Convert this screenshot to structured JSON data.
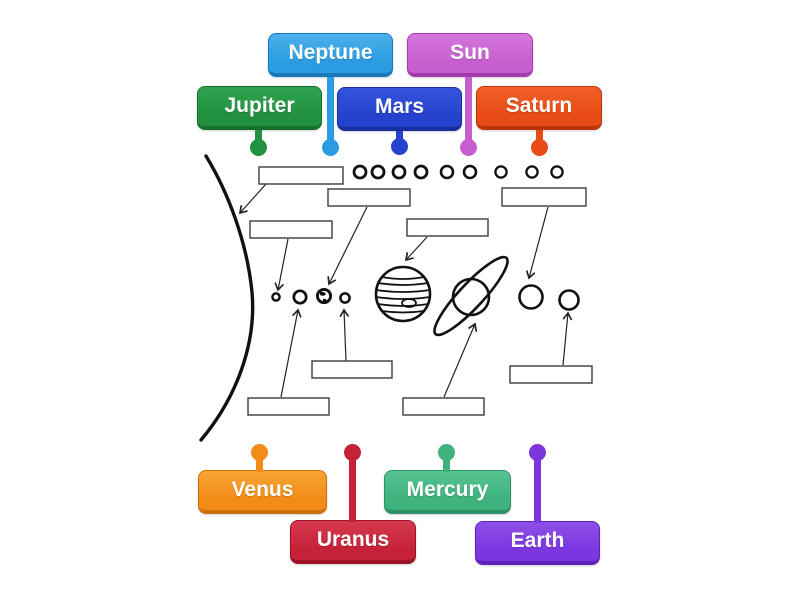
{
  "activity": {
    "background_color": "#ffffff",
    "tags": {
      "jupiter": {
        "text": "Jupiter",
        "colors": {
          "base": "#22913f",
          "light": "#2fa351",
          "dark": "#156f2d"
        }
      },
      "neptune": {
        "text": "Neptune",
        "colors": {
          "base": "#2b9ce2",
          "light": "#4cb0ea",
          "dark": "#1779bc"
        }
      },
      "mars": {
        "text": "Mars",
        "colors": {
          "base": "#2442cd",
          "light": "#3553da",
          "dark": "#17309e"
        }
      },
      "sun": {
        "text": "Sun",
        "colors": {
          "base": "#c75ecf",
          "light": "#d477db",
          "dark": "#a33bad"
        }
      },
      "saturn": {
        "text": "Saturn",
        "colors": {
          "base": "#e84b15",
          "light": "#f06028",
          "dark": "#bc3409"
        }
      },
      "venus": {
        "text": "Venus",
        "colors": {
          "base": "#f28c16",
          "light": "#f8a535",
          "dark": "#cc700a"
        }
      },
      "uranus": {
        "text": "Uranus",
        "colors": {
          "base": "#c52238",
          "light": "#d63a50",
          "dark": "#9c1226"
        }
      },
      "mercury": {
        "text": "Mercury",
        "colors": {
          "base": "#3fb27e",
          "light": "#58c493",
          "dark": "#2f9167"
        }
      },
      "earth": {
        "text": "Earth",
        "colors": {
          "base": "#7b36e0",
          "light": "#8f4fe8",
          "dark": "#5f22bc"
        }
      }
    },
    "diagram": {
      "line_color": "#1a1a1a",
      "empty_label_box_count": 9,
      "empty_label_box_value": "",
      "decorative_circle_row_count": 9,
      "illustrated_objects": [
        "sun-edge-arc",
        "mercury",
        "venus",
        "earth",
        "mars",
        "jupiter",
        "saturn",
        "uranus",
        "neptune"
      ]
    }
  }
}
